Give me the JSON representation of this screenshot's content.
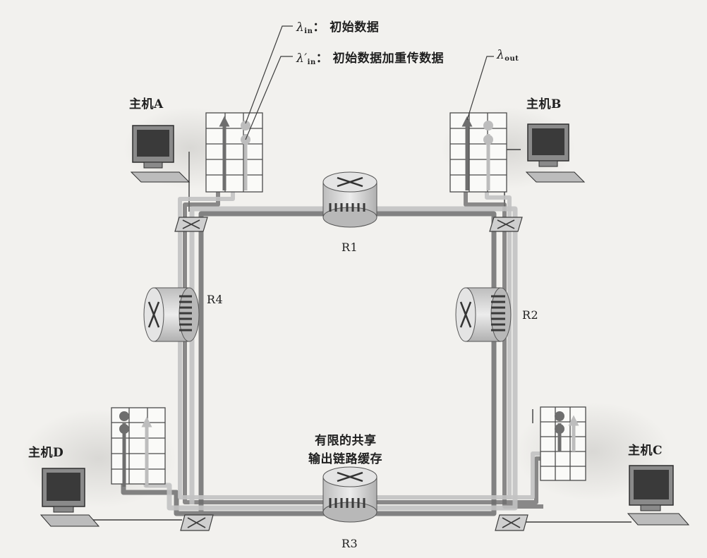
{
  "hosts": {
    "a": {
      "label": "主机A"
    },
    "b": {
      "label": "主机B"
    },
    "c": {
      "label": "主机C"
    },
    "d": {
      "label": "主机D"
    }
  },
  "routers": {
    "r1": {
      "label": "R1"
    },
    "r2": {
      "label": "R2"
    },
    "r3": {
      "label": "R3"
    },
    "r4": {
      "label": "R4"
    }
  },
  "legend": {
    "lambda_in": {
      "symbol": "λ",
      "sub": "in",
      "text": "： 初始数据"
    },
    "lambda_in_prime": {
      "symbol": "λ′",
      "sub": "in",
      "text": "： 初始数据加重传数据"
    },
    "lambda_out": {
      "symbol": "λ",
      "sub": "out"
    }
  },
  "buffer_label": {
    "line1": "有限的共享",
    "line2": "输出链路缓存"
  },
  "colors": {
    "flow_dark": "#6e6e6e",
    "flow_light": "#bdbdbd",
    "line": "#3c3c3c",
    "background": "#f2f1ee"
  }
}
